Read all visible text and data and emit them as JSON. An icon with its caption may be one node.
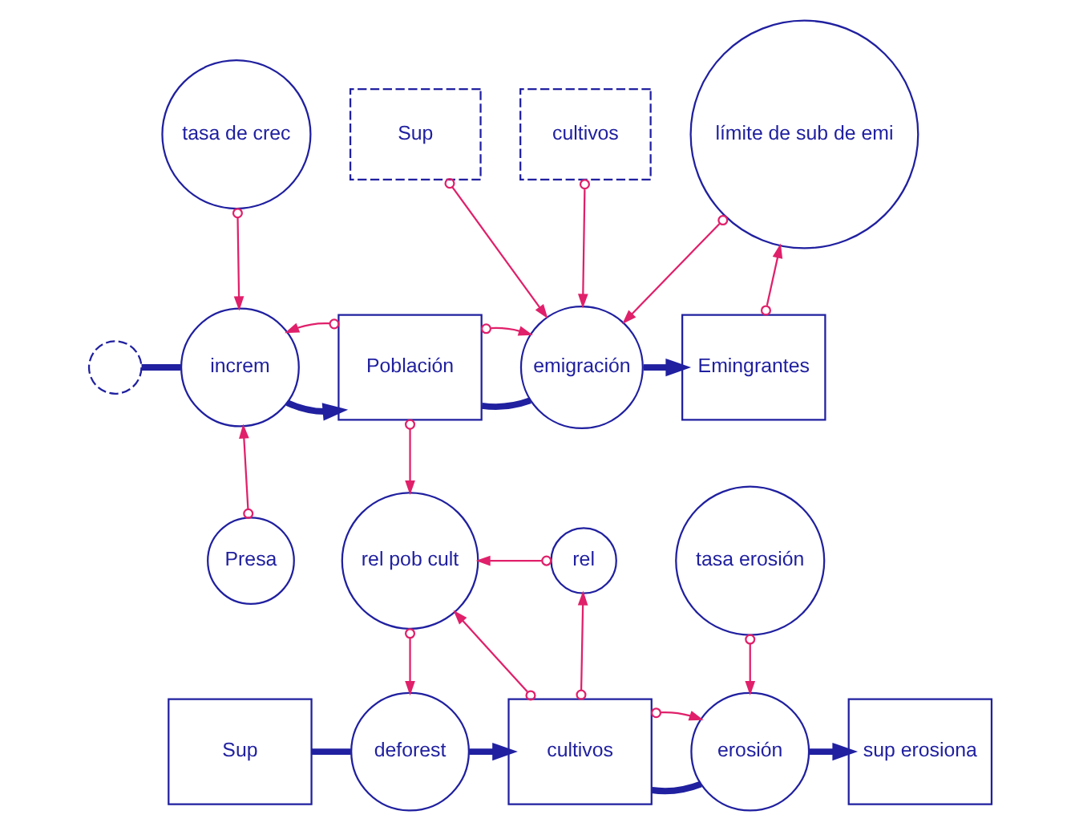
{
  "diagram": {
    "nodes": [
      {
        "text": [],
        "shape": "cloud"
      },
      {
        "text": [
          "increm"
        ]
      },
      {
        "text": [
          "Población"
        ]
      },
      {
        "text": [
          "emigración"
        ]
      },
      {
        "text": [
          "Emingrantes"
        ]
      },
      {
        "text": [
          "tasa de crec"
        ]
      },
      {
        "text": [
          "Sup"
        ]
      },
      {
        "text": [
          "cultivos"
        ]
      },
      {
        "text": [
          "límite de sub de emi"
        ]
      },
      {
        "text": [
          "Presa"
        ]
      },
      {
        "text": [
          "rel pob cult"
        ]
      },
      {
        "text": [
          "rel"
        ]
      },
      {
        "text": [
          "Sup"
        ]
      },
      {
        "text": [
          "deforest"
        ]
      },
      {
        "text": [
          "cultivos"
        ]
      },
      {
        "text": [
          "erosión"
        ]
      },
      {
        "text": [
          "tasa erosión"
        ]
      },
      {
        "text": [
          "sup erosiona"
        ]
      }
    ],
    "edges": [
      {
        "from": 0,
        "to": 1,
        "arrow": "none",
        "style": "thick",
        "color": "#2020a0"
      },
      {
        "from": 1,
        "to": 2,
        "arrow": "to",
        "style": "thick",
        "color": "#2020a0"
      },
      {
        "from": 2,
        "to": 3,
        "arrow": "none",
        "style": "thick",
        "color": "#2020a0"
      },
      {
        "from": 3,
        "to": 4,
        "arrow": "to",
        "style": "thick",
        "color": "#2020a0"
      },
      {
        "from": 12,
        "to": 13,
        "arrow": "none",
        "style": "thick",
        "color": "#2020a0"
      },
      {
        "from": 13,
        "to": 14,
        "arrow": "to",
        "style": "thick",
        "color": "#2020a0"
      },
      {
        "from": 14,
        "to": 15,
        "arrow": "none",
        "style": "thick",
        "color": "#2020a0"
      },
      {
        "from": 15,
        "to": 17,
        "arrow": "to",
        "style": "thick",
        "color": "#2020a0"
      },
      {
        "from": 5,
        "to": 1,
        "arrow": "to"
      },
      {
        "from": 2,
        "to": 1,
        "arrow": "to"
      },
      {
        "from": 9,
        "to": 1,
        "arrow": "to"
      },
      {
        "from": 6,
        "to": 3,
        "arrow": "to"
      },
      {
        "from": 7,
        "to": 3,
        "arrow": "to"
      },
      {
        "from": 8,
        "to": 3,
        "arrow": "to"
      },
      {
        "from": 4,
        "to": 8,
        "arrow": "to"
      },
      {
        "from": 2,
        "to": 3,
        "arrow": "to"
      },
      {
        "from": 2,
        "to": 10,
        "arrow": "to"
      },
      {
        "from": 11,
        "to": 10,
        "arrow": "to"
      },
      {
        "from": 14,
        "to": 10,
        "arrow": "to"
      },
      {
        "from": 14,
        "to": 11,
        "arrow": "to"
      },
      {
        "from": 14,
        "to": 15,
        "arrow": "to"
      },
      {
        "from": 16,
        "to": 15,
        "arrow": "to"
      },
      {
        "from": 10,
        "to": 13,
        "arrow": "to"
      }
    ]
  }
}
